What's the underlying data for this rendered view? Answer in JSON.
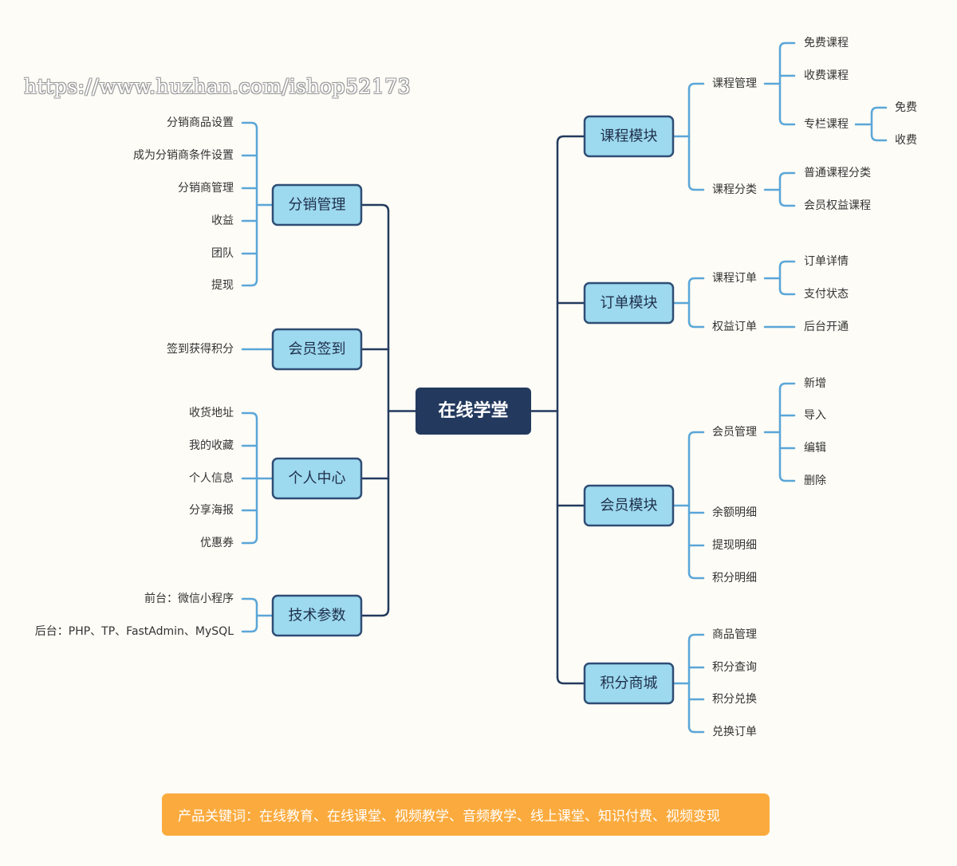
{
  "watermark": "https://www.huzhan.com/ishop52173",
  "root": {
    "label": "在线学堂"
  },
  "left": [
    {
      "label": "分销管理",
      "children": [
        "分销商品设置",
        "成为分销商条件设置",
        "分销商管理",
        "收益",
        "团队",
        "提现"
      ]
    },
    {
      "label": "会员签到",
      "children": [
        "签到获得积分"
      ]
    },
    {
      "label": "个人中心",
      "children": [
        "收货地址",
        "我的收藏",
        "个人信息",
        "分享海报",
        "优惠券"
      ]
    },
    {
      "label": "技术参数",
      "children": [
        "前台：微信小程序",
        "后台：PHP、TP、FastAdmin、MySQL"
      ]
    }
  ],
  "right": [
    {
      "label": "课程模块",
      "children": [
        {
          "label": "课程管理",
          "children": [
            {
              "label": "免费课程"
            },
            {
              "label": "收费课程"
            },
            {
              "label": "专栏课程",
              "children": [
                {
                  "label": "免费"
                },
                {
                  "label": "收费"
                }
              ]
            }
          ]
        },
        {
          "label": "课程分类",
          "children": [
            {
              "label": "普通课程分类"
            },
            {
              "label": "会员权益课程"
            }
          ]
        }
      ]
    },
    {
      "label": "订单模块",
      "children": [
        {
          "label": "课程订单",
          "children": [
            {
              "label": "订单详情"
            },
            {
              "label": "支付状态"
            }
          ]
        },
        {
          "label": "权益订单",
          "children": [
            {
              "label": "后台开通"
            }
          ]
        }
      ]
    },
    {
      "label": "会员模块",
      "children": [
        {
          "label": "会员管理",
          "children": [
            {
              "label": "新增"
            },
            {
              "label": "导入"
            },
            {
              "label": "编辑"
            },
            {
              "label": "删除"
            }
          ]
        },
        {
          "label": "余额明细"
        },
        {
          "label": "提现明细"
        },
        {
          "label": "积分明细"
        }
      ]
    },
    {
      "label": "积分商城",
      "children": [
        {
          "label": "商品管理"
        },
        {
          "label": "积分查询"
        },
        {
          "label": "积分兑换"
        },
        {
          "label": "兑换订单"
        }
      ]
    }
  ],
  "banner": "产品关键词：在线教育、在线课堂、视频教学、音频教学、线上课堂、知识付费、视频变现",
  "colors": {
    "root_fill": "#233a5e",
    "topic_fill": "#9dd9ef",
    "topic_border": "#2f4d75",
    "main_line": "#233a5e",
    "sub_line": "#5aa6d8",
    "banner": "#fbab3e",
    "background": "#fdfcf6"
  }
}
